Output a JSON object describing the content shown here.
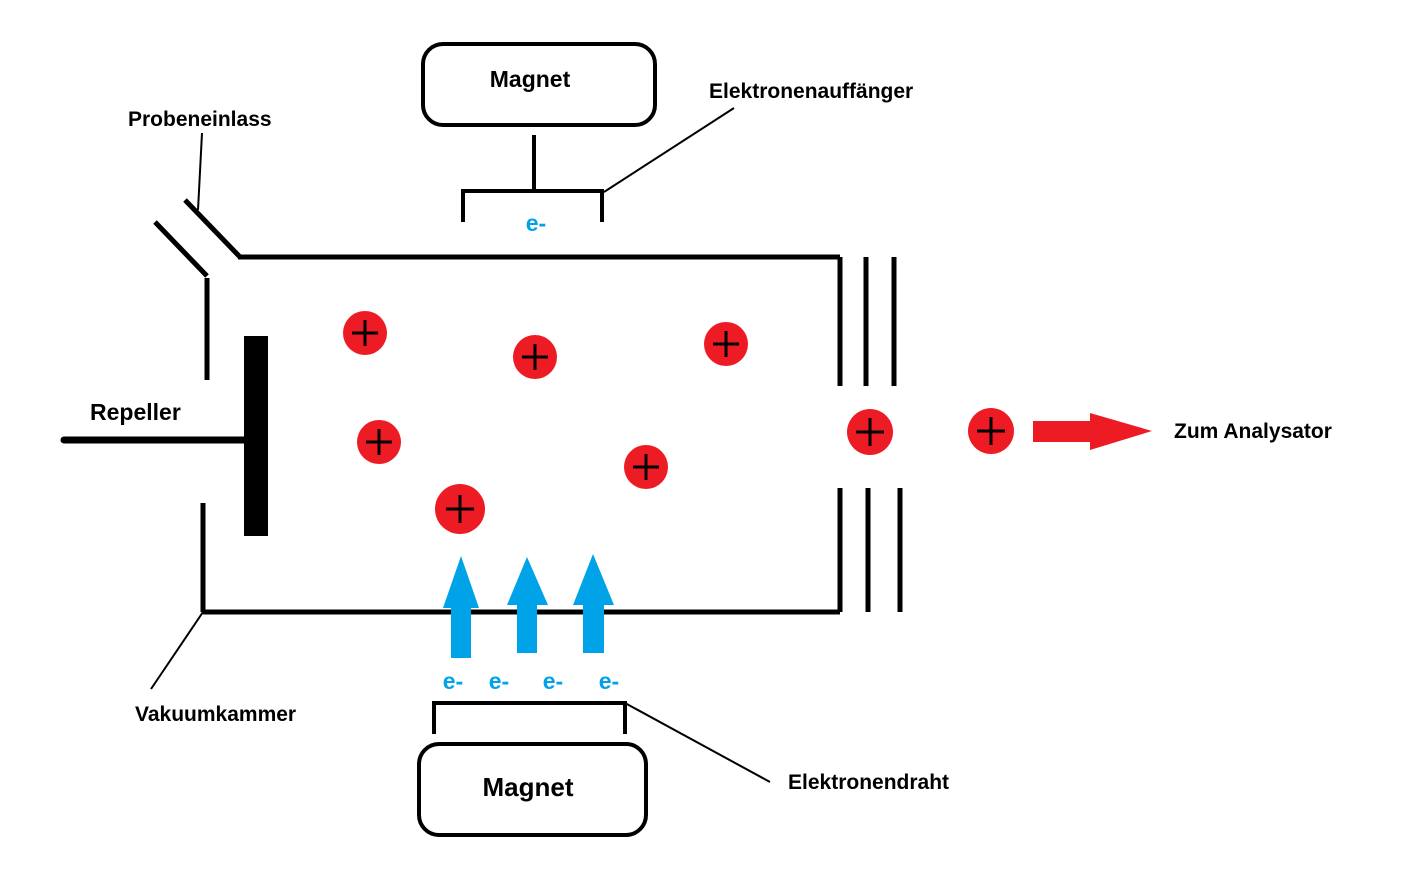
{
  "labels": {
    "magnet_top": "Magnet",
    "magnet_bottom": "Magnet",
    "electron_collector": "Elektronenauffänger",
    "sample_inlet": "Probeneinlass",
    "repeller": "Repeller",
    "to_analyzer": "Zum Analysator",
    "vacuum_chamber": "Vakuumkammer",
    "electron_wire": "Elektronendraht"
  },
  "electron_symbol": "e-",
  "bottom_electrons": [
    "e-",
    "e-",
    "e-",
    "e-"
  ],
  "ion_count": 8,
  "electron_beam_arrow_count": 3,
  "colors": {
    "ion": "#ed1c24",
    "electron": "#00a2e8",
    "outline": "#000000",
    "arrow": "#ed1c24"
  },
  "icons": {
    "ion": "plus-in-circle",
    "electron_beam": "up-arrow",
    "output": "right-arrow"
  }
}
